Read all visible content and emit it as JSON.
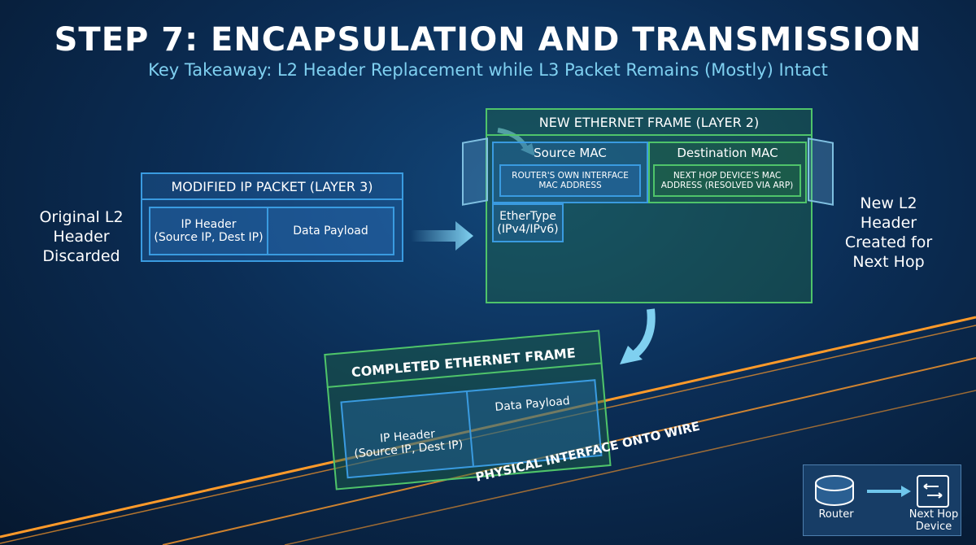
{
  "title": "STEP 7: ENCAPSULATION AND TRANSMISSION",
  "subtitle": "Key Takeaway: L2 Header Replacement while L3 Packet Remains (Mostly) Intact",
  "left_note": [
    "Original L2",
    "Header",
    "Discarded"
  ],
  "right_note": [
    "New L2",
    "Header",
    "Created for",
    "Next Hop"
  ],
  "ip_packet": {
    "title": "MODIFIED IP PACKET (LAYER 3)",
    "header": [
      "IP Header",
      "(Source IP, Dest IP)"
    ],
    "payload": "Data Payload"
  },
  "eth_frame": {
    "title": "NEW ETHERNET FRAME (LAYER 2)",
    "src_label": "Source MAC",
    "src_value": [
      "ROUTER'S OWN INTERFACE",
      "MAC ADDRESS"
    ],
    "dst_label": "Destination MAC",
    "dst_value": [
      "NEXT HOP DEVICE'S MAC",
      "ADDRESS (RESOLVED VIA ARP)"
    ],
    "ethertype": [
      "EtherType",
      "(IPv4/IPv6)"
    ]
  },
  "completed": {
    "title": "COMPLETED ETHERNET FRAME",
    "header": [
      "IP Header",
      "(Source IP, Dest IP)"
    ],
    "payload": "Data Payload"
  },
  "wire_label": "PHYSICAL INTERFACE ONTO WIRE",
  "legend": {
    "router": "Router",
    "next_hop": [
      "Next Hop",
      "Device"
    ]
  }
}
